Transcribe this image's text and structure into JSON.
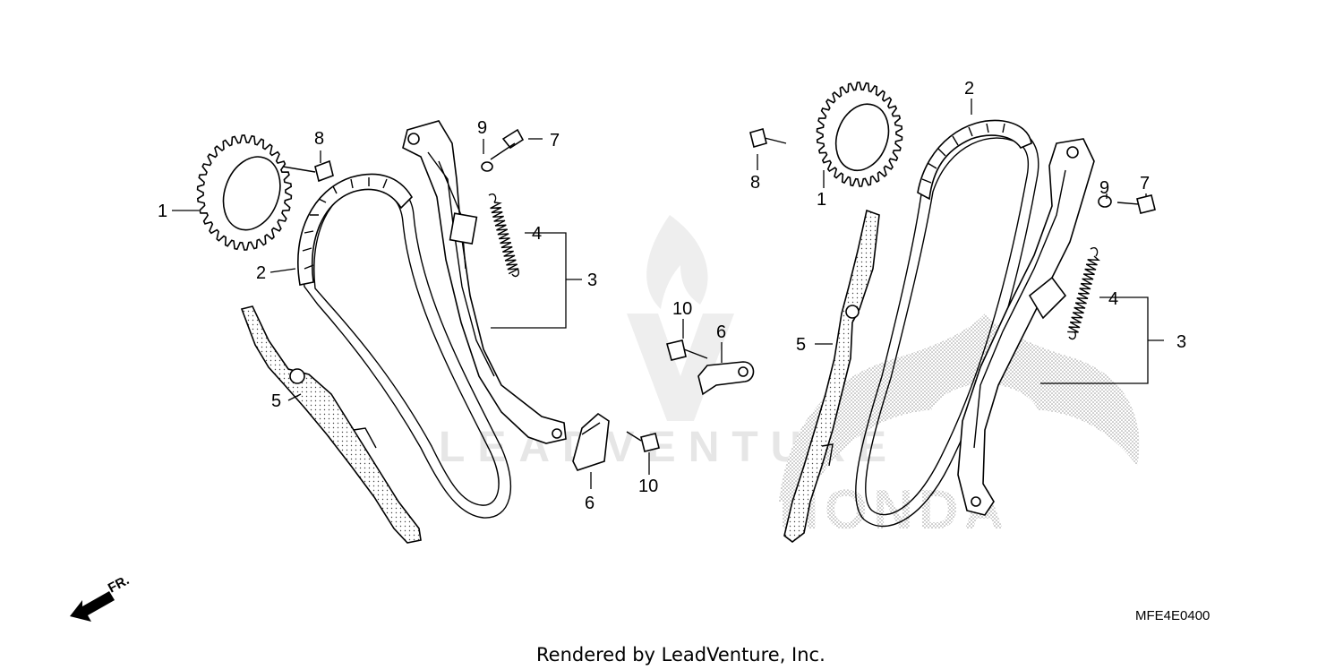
{
  "diagram": {
    "code": "MFE4E0400",
    "footer": "Rendered by LeadVenture, Inc.",
    "front_marker": "FR.",
    "watermark": "LEADVENTURE",
    "brand_mark": "HONDA",
    "callouts_left": {
      "c1": "1",
      "c2": "2",
      "c3": "3",
      "c4": "4",
      "c5": "5",
      "c6a": "6",
      "c6b": "6",
      "c7": "7",
      "c8": "8",
      "c9": "9",
      "c10a": "10",
      "c10b": "10"
    },
    "callouts_right": {
      "c1": "1",
      "c2": "2",
      "c3": "3",
      "c4": "4",
      "c5": "5",
      "c7": "7",
      "c8": "8",
      "c9": "9"
    }
  },
  "colors": {
    "line": "#000000",
    "background": "#ffffff",
    "watermark": "#e6e6e6",
    "honda_stipple": "#b8b8b8"
  }
}
